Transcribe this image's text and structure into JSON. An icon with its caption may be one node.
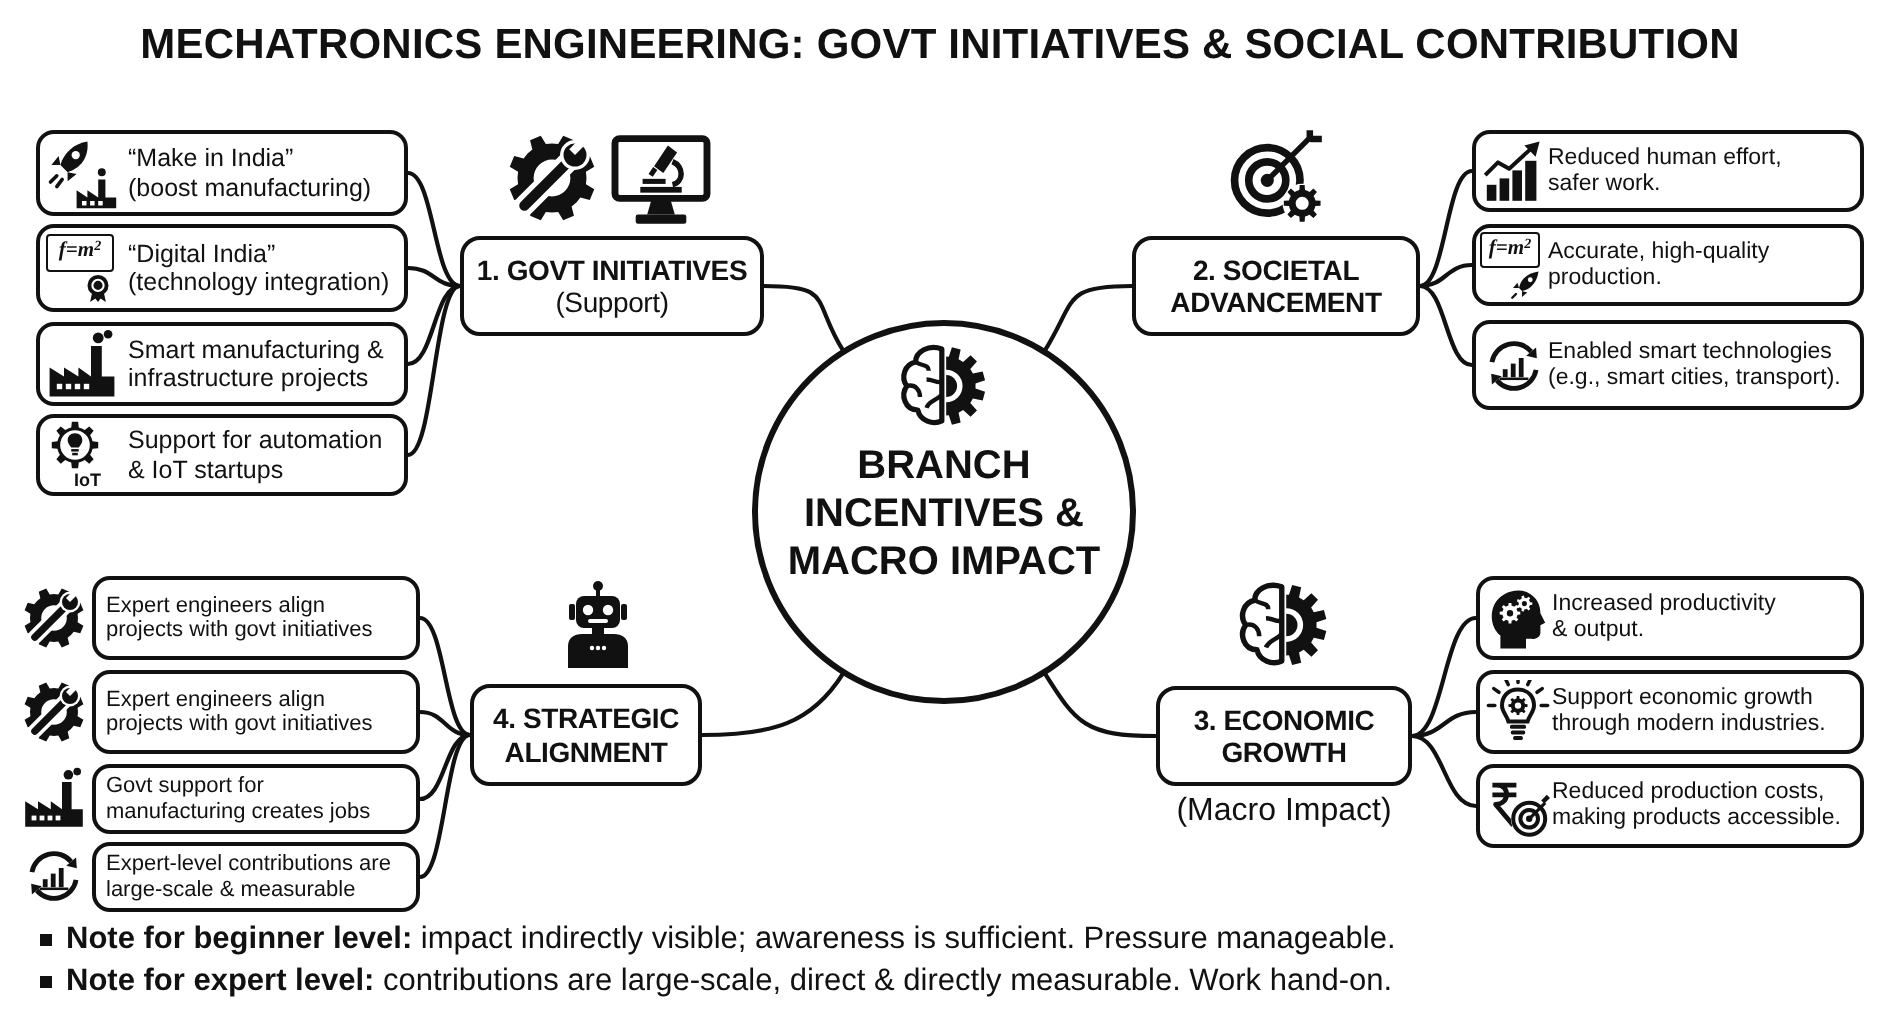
{
  "diagram": {
    "title": "MECHATRONICS ENGINEERING: GOVT INITIATIVES & SOCIAL CONTRIBUTION",
    "nodes": [
      {
        "text": [
          "BRANCH INCENTIVES & MACRO IMPACT"
        ]
      },
      {
        "text": [
          "1. GOVT INITIATIVES",
          "(Support)"
        ]
      },
      {
        "text": [
          "2. SOCIETAL ADVANCEMENT"
        ]
      },
      {
        "text": [
          "3. ECONOMIC GROWTH"
        ],
        "beside": [
          "(Macro Impact)"
        ]
      },
      {
        "text": [
          "4. STRATEGIC ALIGNMENT"
        ]
      },
      {
        "text": [
          "“Make in India” (boost manufacturing)"
        ]
      },
      {
        "text": [
          "f=m$^{2}$",
          "“Digital India” (technology integration)"
        ]
      },
      {
        "text": [
          "Smart manufacturing & infrastructure projects"
        ]
      },
      {
        "text": [
          "IoT",
          "Support for automation & IoT startups"
        ]
      },
      {
        "text": [
          "Reduced human effort, safer work."
        ]
      },
      {
        "text": [
          "f=m$^{2}$",
          "Accurate, high-quality production."
        ]
      },
      {
        "text": [
          "Enabled smart technologies (e.g., smart cities, transport)."
        ]
      },
      {
        "text": [
          "Increased productivity & output."
        ]
      },
      {
        "text": [
          "Support economic growth through modern industries."
        ]
      },
      {
        "text": [
          "Reduced production costs, making products accessible."
        ]
      },
      {
        "text": [
          "Expert engineers align projects with govt initiatives"
        ]
      },
      {
        "text": [
          "Expert engineers align projects with govt initiatives"
        ]
      },
      {
        "text": [
          "Govt support for manufacturing creates jobs"
        ]
      },
      {
        "text": [
          "Expert-level contributions are large-scale & measurable"
        ]
      }
    ],
    "edges": [
      {
        "from": 0,
        "to": 1,
        "arrow": "none"
      },
      {
        "from": 0,
        "to": 2,
        "arrow": "none"
      },
      {
        "from": 0,
        "to": 3,
        "arrow": "none"
      },
      {
        "from": 0,
        "to": 4,
        "arrow": "none"
      },
      {
        "from": 1,
        "to": 5,
        "arrow": "none"
      },
      {
        "from": 1,
        "to": 6,
        "arrow": "none"
      },
      {
        "from": 1,
        "to": 7,
        "arrow": "none"
      },
      {
        "from": 1,
        "to": 8,
        "arrow": "none"
      },
      {
        "from": 2,
        "to": 9,
        "arrow": "none"
      },
      {
        "from": 2,
        "to": 10,
        "arrow": "none"
      },
      {
        "from": 2,
        "to": 11,
        "arrow": "none"
      },
      {
        "from": 3,
        "to": 12,
        "arrow": "none"
      },
      {
        "from": 3,
        "to": 13,
        "arrow": "none"
      },
      {
        "from": 3,
        "to": 14,
        "arrow": "none"
      },
      {
        "from": 4,
        "to": 15,
        "arrow": "none"
      },
      {
        "from": 4,
        "to": 16,
        "arrow": "none"
      },
      {
        "from": 4,
        "to": 17,
        "arrow": "none"
      },
      {
        "from": 4,
        "to": 18,
        "arrow": "none"
      }
    ],
    "labels": [
      "**Note for beginner level:** impact indirectly visible; awareness is sufficient. Pressure manageable.",
      "**Note for expert level:** contributions are large-scale, direct & directly measurable. Work hand-on."
    ]
  }
}
